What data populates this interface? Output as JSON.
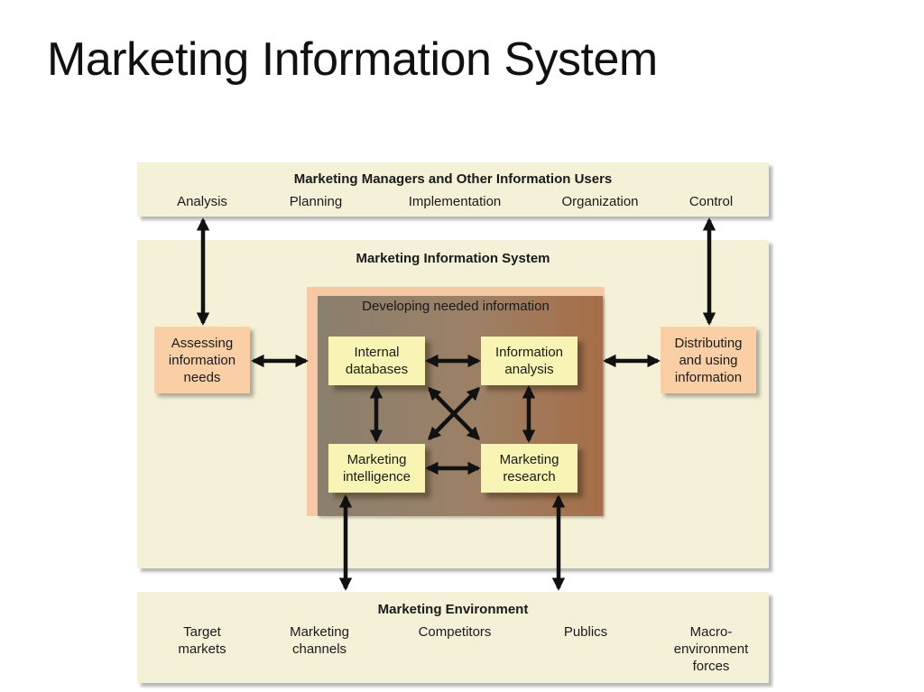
{
  "slide": {
    "title": "Marketing Information System"
  },
  "users_panel": {
    "title": "Marketing Managers and Other Information Users",
    "items": [
      "Analysis",
      "Planning",
      "Implementation",
      "Organization",
      "Control"
    ]
  },
  "mis_panel": {
    "title": "Marketing Information System",
    "assessing": "Assessing\ninformation\nneeds",
    "distributing": "Distributing\nand using\ninformation",
    "developing": {
      "title": "Developing needed information",
      "internal": "Internal\ndatabases",
      "analysis": "Information\nanalysis",
      "intelligence": "Marketing\nintelligence",
      "research": "Marketing\nresearch"
    }
  },
  "env_panel": {
    "title": "Marketing Environment",
    "items": [
      "Target\nmarkets",
      "Marketing\nchannels",
      "Competitors",
      "Publics",
      "Macro-\nenvironment\nforces"
    ]
  },
  "colors": {
    "panel": "#f5f1d8",
    "side_box": "#fbcfa6",
    "info_box": "#f8f4b4",
    "dev_area": "#9c8066",
    "arrow": "#111111"
  }
}
